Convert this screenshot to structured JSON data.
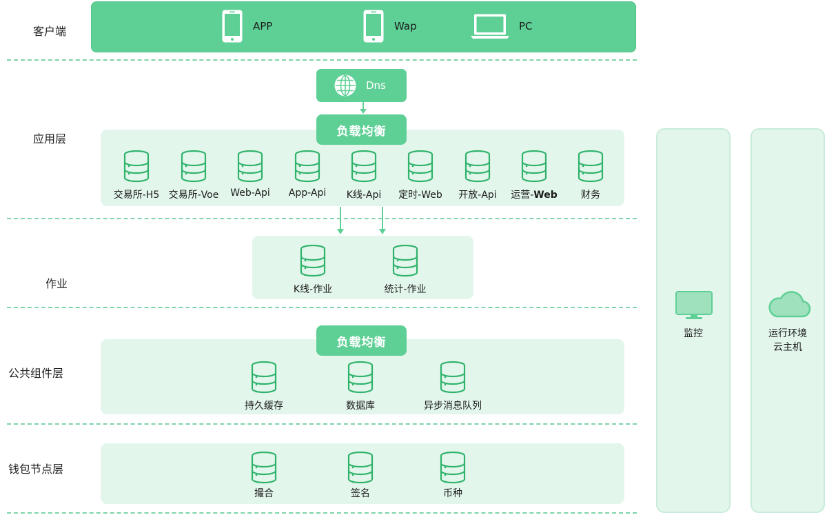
{
  "layers": {
    "client": "客户端",
    "app": "应用层",
    "job": "作业",
    "common": "公共组件层",
    "wallet": "钱包节点层"
  },
  "client": {
    "app": "APP",
    "wap": "Wap",
    "pc": "PC"
  },
  "dns": "Dns",
  "load_balance_app": "负载均衡",
  "load_balance_common": "负载均衡",
  "app_services": [
    "交易所-H5",
    "交易所-Voe",
    "Web-Api",
    "App-Api",
    "K线-Api",
    "定时-Web",
    "开放-Api",
    "运营-",
    "财务"
  ],
  "app_services_bold_suffix": "Web",
  "jobs": [
    "K线-作业",
    "统计-作业"
  ],
  "common_components": [
    "持久缓存",
    "数据库",
    "异步消息队列"
  ],
  "wallet_nodes": [
    "撮合",
    "签名",
    "币种"
  ],
  "side": {
    "monitor": "监控",
    "env_line1": "运行环境",
    "env_line2": "云主机"
  },
  "colors": {
    "green": "#5fd095",
    "panel": "#e3f6ec",
    "dash": "#7ed4a8"
  }
}
